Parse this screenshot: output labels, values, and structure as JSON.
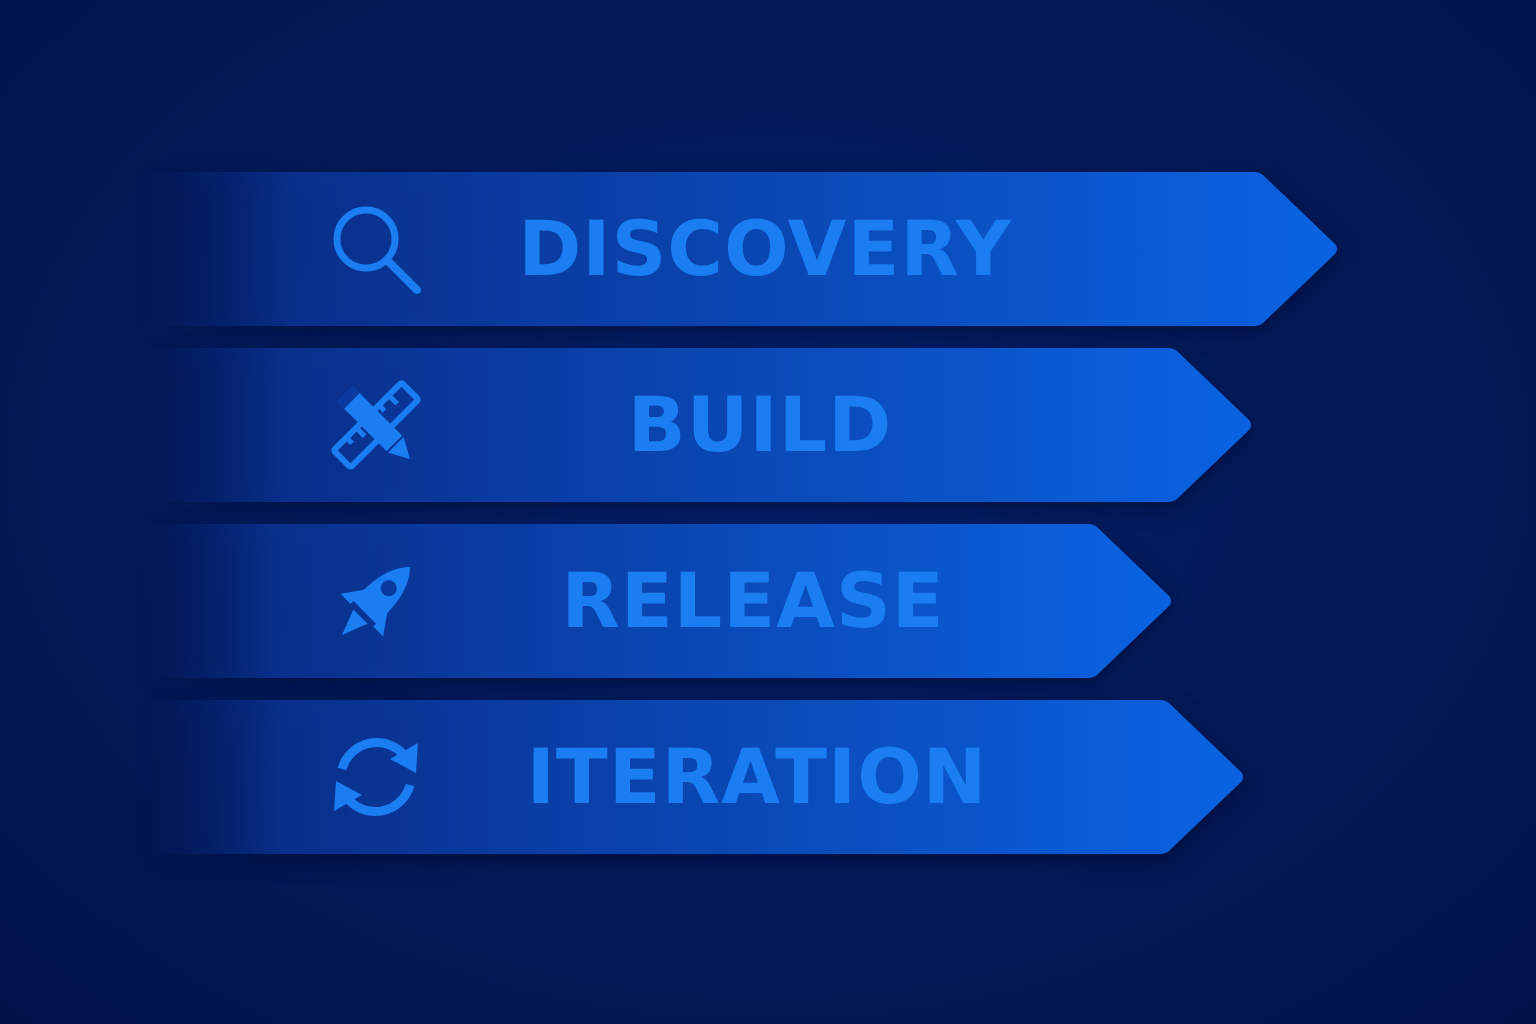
{
  "colors": {
    "background": "#021a5a",
    "banner_start": "#0a2f8f",
    "banner_end": "#0a62e0",
    "accent": "#1a7df2"
  },
  "stages": [
    {
      "label": "DISCOVERY",
      "icon": "magnifying-glass-icon"
    },
    {
      "label": "BUILD",
      "icon": "pencil-ruler-icon"
    },
    {
      "label": "RELEASE",
      "icon": "rocket-icon"
    },
    {
      "label": "ITERATION",
      "icon": "refresh-cycle-icon"
    }
  ]
}
